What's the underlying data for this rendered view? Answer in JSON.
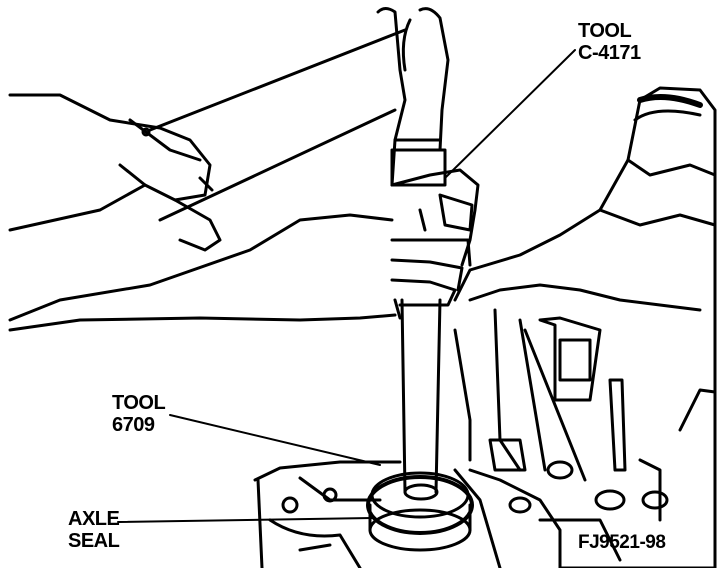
{
  "figure": {
    "labels": {
      "tool_c4171_line1": "TOOL",
      "tool_c4171_line2": "C-4171",
      "tool_6709_line1": "TOOL",
      "tool_6709_line2": "6709",
      "axle_seal_line1": "AXLE",
      "axle_seal_line2": "SEAL"
    },
    "figure_id": "FJ9521-98",
    "colors": {
      "ink": "#000000",
      "paper": "#ffffff"
    }
  }
}
